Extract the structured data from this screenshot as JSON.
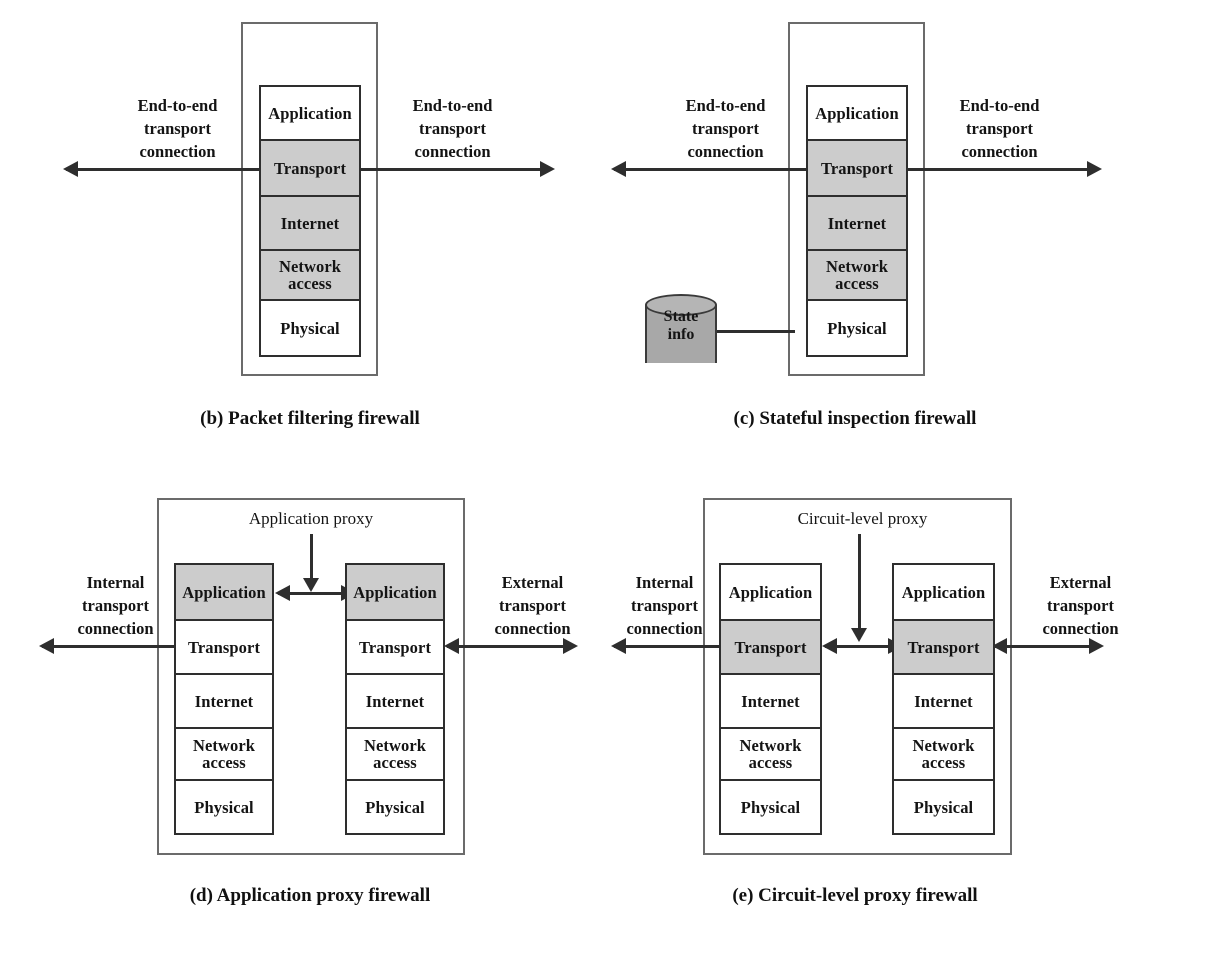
{
  "figure": {
    "title": "Types of firewalls (protocol stack diagrams)",
    "layers": [
      "Application",
      "Transport",
      "Internet",
      "Network",
      "access",
      "Physical"
    ],
    "colors": {
      "highlight": "#cccccc",
      "plain": "#ffffff",
      "stroke": "#2e2e2e",
      "outer_stroke": "#6b6b6b",
      "cylinder": "#a8a8a8"
    }
  },
  "panel_b": {
    "caption": "(b) Packet filtering firewall",
    "left_label": "End-to-end\ntransport\nconnection",
    "left_label_lines": [
      "End-to-end",
      "transport",
      "connection"
    ],
    "right_label_lines": [
      "End-to-end",
      "transport",
      "connection"
    ],
    "stack": [
      {
        "label": "Application",
        "highlighted": false
      },
      {
        "label": "Transport",
        "highlighted": true
      },
      {
        "label": "Internet",
        "highlighted": true
      },
      {
        "label": "Network access",
        "highlighted": true,
        "line1": "Network",
        "line2": "access"
      },
      {
        "label": "Physical",
        "highlighted": false
      }
    ]
  },
  "panel_c": {
    "caption": "(c) Stateful inspection firewall",
    "left_label_lines": [
      "End-to-end",
      "transport",
      "connection"
    ],
    "right_label_lines": [
      "End-to-end",
      "transport",
      "connection"
    ],
    "state_store": {
      "line1": "State",
      "line2": "info"
    },
    "stack": [
      {
        "label": "Application",
        "highlighted": false
      },
      {
        "label": "Transport",
        "highlighted": true
      },
      {
        "label": "Internet",
        "highlighted": true
      },
      {
        "label": "Network access",
        "highlighted": true,
        "line1": "Network",
        "line2": "access"
      },
      {
        "label": "Physical",
        "highlighted": false
      }
    ]
  },
  "panel_d": {
    "caption": "(d) Application proxy firewall",
    "proxy_label": "Application proxy",
    "left_label_lines": [
      "Internal",
      "transport",
      "connection"
    ],
    "right_label_lines": [
      "External",
      "transport",
      "connection"
    ],
    "stack_inner": [
      {
        "label": "Application",
        "highlighted": true
      },
      {
        "label": "Transport",
        "highlighted": false
      },
      {
        "label": "Internet",
        "highlighted": false
      },
      {
        "label": "Network access",
        "highlighted": false,
        "line1": "Network",
        "line2": "access"
      },
      {
        "label": "Physical",
        "highlighted": false
      }
    ],
    "stack_outer": [
      {
        "label": "Application",
        "highlighted": true
      },
      {
        "label": "Transport",
        "highlighted": false
      },
      {
        "label": "Internet",
        "highlighted": false
      },
      {
        "label": "Network access",
        "highlighted": false,
        "line1": "Network",
        "line2": "access"
      },
      {
        "label": "Physical",
        "highlighted": false
      }
    ]
  },
  "panel_e": {
    "caption": "(e) Circuit-level proxy firewall",
    "proxy_label": "Circuit-level proxy",
    "left_label_lines": [
      "Internal",
      "transport",
      "connection"
    ],
    "right_label_lines": [
      "External",
      "transport",
      "connection"
    ],
    "stack_inner": [
      {
        "label": "Application",
        "highlighted": false
      },
      {
        "label": "Transport",
        "highlighted": true
      },
      {
        "label": "Internet",
        "highlighted": false
      },
      {
        "label": "Network access",
        "highlighted": false,
        "line1": "Network",
        "line2": "access"
      },
      {
        "label": "Physical",
        "highlighted": false
      }
    ],
    "stack_outer": [
      {
        "label": "Application",
        "highlighted": false
      },
      {
        "label": "Transport",
        "highlighted": true
      },
      {
        "label": "Internet",
        "highlighted": false
      },
      {
        "label": "Network access",
        "highlighted": false,
        "line1": "Network",
        "line2": "access"
      },
      {
        "label": "Physical",
        "highlighted": false
      }
    ]
  }
}
